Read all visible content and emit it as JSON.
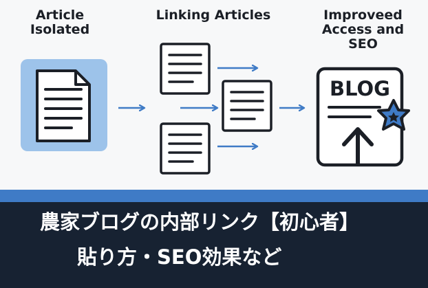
{
  "columns": [
    {
      "title": [
        "Article",
        "Isolated"
      ]
    },
    {
      "title": [
        "Linking Articles"
      ]
    },
    {
      "title": [
        "Improveed",
        "Access and",
        "SEO"
      ]
    }
  ],
  "blog_icon": {
    "label": "BLOG"
  },
  "banner": {
    "line1": "農家ブログの内部リンク【初心者】",
    "line2": "貼り方・SEO効果など"
  },
  "colors": {
    "accent_blue": "#3f7bc6",
    "highlight_box": "#9dc3ea",
    "banner_bg": "#172232",
    "ink": "#1b1f26"
  }
}
